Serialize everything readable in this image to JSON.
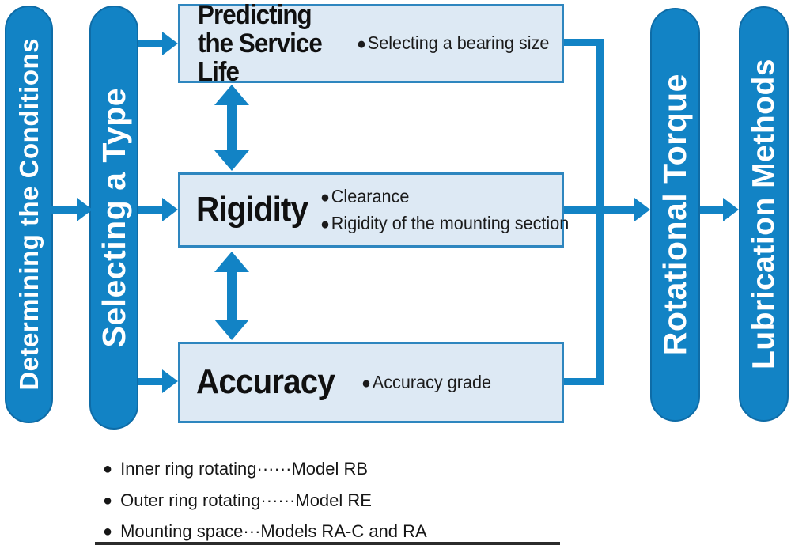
{
  "bullet_char": "●",
  "pillars": [
    {
      "label": "Determining the Conditions"
    },
    {
      "label": "Selecting a Type"
    },
    {
      "label": "Rotational Torque"
    },
    {
      "label": "Lubrication Methods"
    }
  ],
  "boxes": [
    {
      "title1": "Predicting",
      "title2": "the Service Life",
      "bullets": [
        "Selecting a bearing size"
      ]
    },
    {
      "title": "Rigidity",
      "bullets": [
        "Clearance",
        "Rigidity of the mounting section"
      ]
    },
    {
      "title": "Accuracy",
      "bullets": [
        "Accuracy grade"
      ]
    }
  ],
  "legend": [
    "Inner ring rotating······Model RB",
    "Outer ring rotating······Model RE",
    "Mounting space···Models RA-C and RA"
  ],
  "colors": {
    "blue": "#1283c5",
    "box_fill": "#dde9f4",
    "box_border": "#2e86bf"
  }
}
